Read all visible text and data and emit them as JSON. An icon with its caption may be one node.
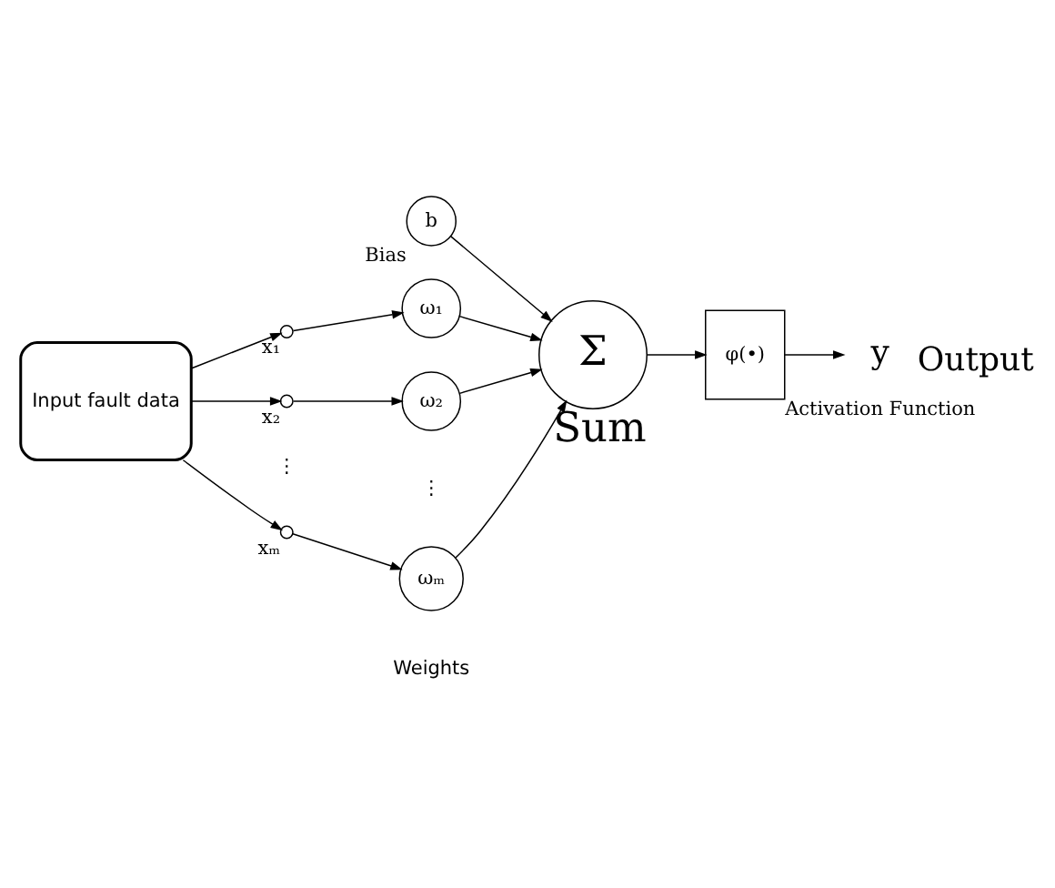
{
  "diagram": {
    "nodes": [
      {
        "text": [
          "Input fault data"
        ]
      },
      {
        "text": [],
        "shape": "circle",
        "beside": [
          "x₁"
        ]
      },
      {
        "text": [],
        "shape": "circle",
        "beside": [
          "x₂"
        ]
      },
      {
        "text": [],
        "shape": "circle",
        "beside": [
          "xₘ"
        ]
      },
      {
        "text": [
          "ω₁"
        ]
      },
      {
        "text": [
          "ω₂"
        ]
      },
      {
        "text": [
          "ωₘ"
        ]
      },
      {
        "text": [
          "b"
        ],
        "beside": [
          "Bias"
        ]
      },
      {
        "text": [
          "Σ"
        ],
        "beside": [
          "Sum"
        ]
      },
      {
        "text": [
          "φ(•)"
        ],
        "beside": [
          "Activation Function"
        ]
      },
      {
        "text": [
          "y"
        ],
        "beside": [
          "Output"
        ]
      }
    ],
    "edges": [
      {
        "from": 0,
        "to": 1,
        "arrow": "to"
      },
      {
        "from": 0,
        "to": 2,
        "arrow": "to"
      },
      {
        "from": 0,
        "to": 3,
        "arrow": "to"
      },
      {
        "from": 1,
        "to": 4,
        "arrow": "to"
      },
      {
        "from": 2,
        "to": 5,
        "arrow": "to"
      },
      {
        "from": 3,
        "to": 6,
        "arrow": "to"
      },
      {
        "from": 4,
        "to": 8,
        "arrow": "to"
      },
      {
        "from": 5,
        "to": 8,
        "arrow": "to"
      },
      {
        "from": 6,
        "to": 8,
        "arrow": "to"
      },
      {
        "from": 7,
        "to": 8,
        "arrow": "to"
      },
      {
        "from": 8,
        "to": 9,
        "arrow": "to"
      },
      {
        "from": 9,
        "to": 10,
        "arrow": "to"
      }
    ],
    "labels": [
      "⋮",
      "⋮",
      "Weights"
    ]
  }
}
